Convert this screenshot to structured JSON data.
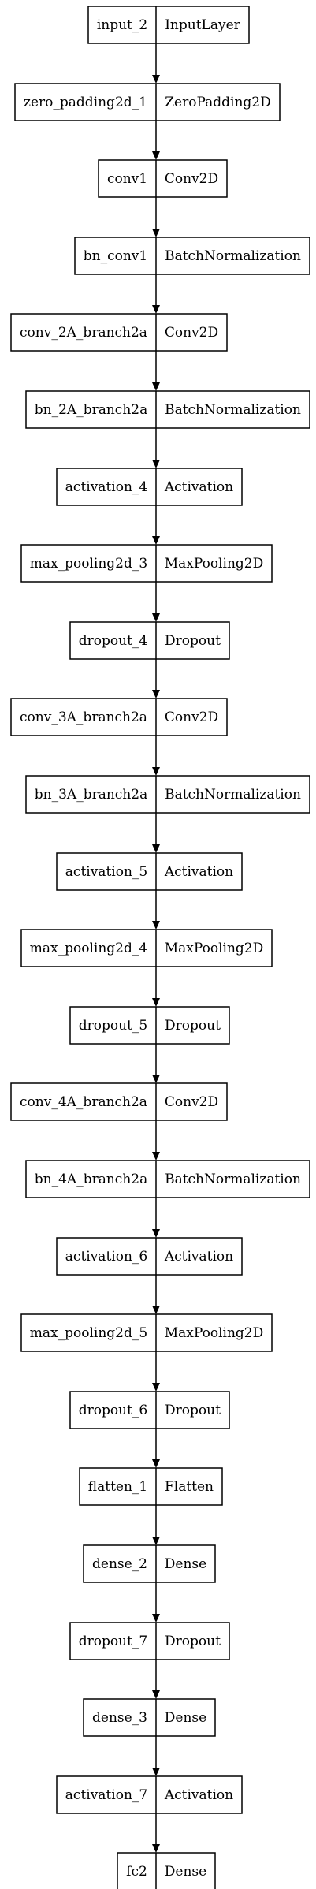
{
  "diagram": {
    "type": "keras-model-plot",
    "nodes": [
      {
        "id": "n0",
        "name": "input_2",
        "class": "InputLayer"
      },
      {
        "id": "n1",
        "name": "zero_padding2d_1",
        "class": "ZeroPadding2D"
      },
      {
        "id": "n2",
        "name": "conv1",
        "class": "Conv2D"
      },
      {
        "id": "n3",
        "name": "bn_conv1",
        "class": "BatchNormalization"
      },
      {
        "id": "n4",
        "name": "conv_2A_branch2a",
        "class": "Conv2D"
      },
      {
        "id": "n5",
        "name": "bn_2A_branch2a",
        "class": "BatchNormalization"
      },
      {
        "id": "n6",
        "name": "activation_4",
        "class": "Activation"
      },
      {
        "id": "n7",
        "name": "max_pooling2d_3",
        "class": "MaxPooling2D"
      },
      {
        "id": "n8",
        "name": "dropout_4",
        "class": "Dropout"
      },
      {
        "id": "n9",
        "name": "conv_3A_branch2a",
        "class": "Conv2D"
      },
      {
        "id": "n10",
        "name": "bn_3A_branch2a",
        "class": "BatchNormalization"
      },
      {
        "id": "n11",
        "name": "activation_5",
        "class": "Activation"
      },
      {
        "id": "n12",
        "name": "max_pooling2d_4",
        "class": "MaxPooling2D"
      },
      {
        "id": "n13",
        "name": "dropout_5",
        "class": "Dropout"
      },
      {
        "id": "n14",
        "name": "conv_4A_branch2a",
        "class": "Conv2D"
      },
      {
        "id": "n15",
        "name": "bn_4A_branch2a",
        "class": "BatchNormalization"
      },
      {
        "id": "n16",
        "name": "activation_6",
        "class": "Activation"
      },
      {
        "id": "n17",
        "name": "max_pooling2d_5",
        "class": "MaxPooling2D"
      },
      {
        "id": "n18",
        "name": "dropout_6",
        "class": "Dropout"
      },
      {
        "id": "n19",
        "name": "flatten_1",
        "class": "Flatten"
      },
      {
        "id": "n20",
        "name": "dense_2",
        "class": "Dense"
      },
      {
        "id": "n21",
        "name": "dropout_7",
        "class": "Dropout"
      },
      {
        "id": "n22",
        "name": "dense_3",
        "class": "Dense"
      },
      {
        "id": "n23",
        "name": "activation_7",
        "class": "Activation"
      },
      {
        "id": "n24",
        "name": "fc2",
        "class": "Dense"
      }
    ],
    "edges": [
      [
        "n0",
        "n1"
      ],
      [
        "n1",
        "n2"
      ],
      [
        "n2",
        "n3"
      ],
      [
        "n3",
        "n4"
      ],
      [
        "n4",
        "n5"
      ],
      [
        "n5",
        "n6"
      ],
      [
        "n6",
        "n7"
      ],
      [
        "n7",
        "n8"
      ],
      [
        "n8",
        "n9"
      ],
      [
        "n9",
        "n10"
      ],
      [
        "n10",
        "n11"
      ],
      [
        "n11",
        "n12"
      ],
      [
        "n12",
        "n13"
      ],
      [
        "n13",
        "n14"
      ],
      [
        "n14",
        "n15"
      ],
      [
        "n15",
        "n16"
      ],
      [
        "n16",
        "n17"
      ],
      [
        "n17",
        "n18"
      ],
      [
        "n18",
        "n19"
      ],
      [
        "n19",
        "n20"
      ],
      [
        "n20",
        "n21"
      ],
      [
        "n21",
        "n22"
      ],
      [
        "n22",
        "n23"
      ],
      [
        "n23",
        "n24"
      ]
    ]
  }
}
